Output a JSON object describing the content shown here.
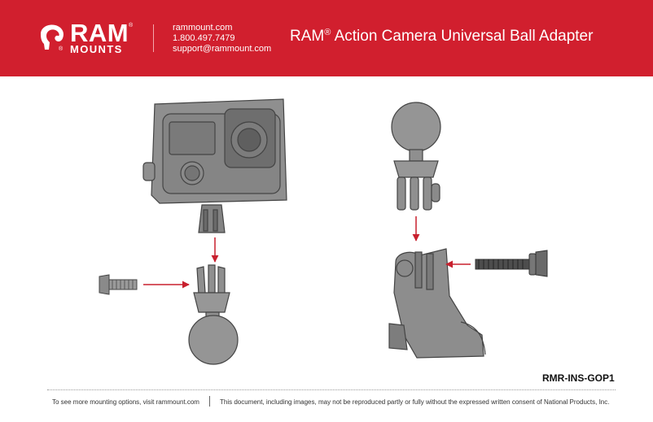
{
  "header": {
    "background_color": "#d11f2e",
    "logo": {
      "line1": "RAM",
      "line2": "MOUNTS",
      "registered": "®"
    },
    "contact": {
      "website": "rammount.com",
      "phone": "1.800.497.7479",
      "email": "support@rammount.com"
    },
    "title_main": "RAM",
    "title_reg": "®",
    "title_rest": " Action Camera Universal Ball Adapter"
  },
  "part_number": "RMR-INS-GOP1",
  "footer": {
    "left": "To see more mounting options, visit rammount.com",
    "right": "This document, including images, may not be reproduced partly or fully without the expressed written consent of National Products, Inc."
  },
  "illustration": {
    "parts_color": "#8f8f8f",
    "arrow_color": "#c8202e",
    "parts": [
      "action-camera-housing",
      "short-screw",
      "ball-adapter",
      "ball-adapter-inverted",
      "long-screw",
      "j-hook-mount"
    ]
  }
}
